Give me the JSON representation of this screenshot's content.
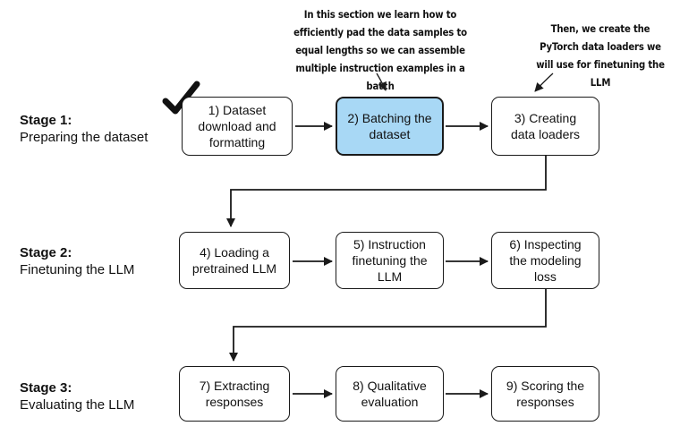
{
  "annotations": {
    "left": "In this section we learn how to efficiently pad the data samples to equal lengths so we can assemble multiple instruction examples in a batch",
    "right": "Then, we create the PyTorch data loaders we will use for finetuning the LLM"
  },
  "stages": [
    {
      "title": "Stage 1:",
      "subtitle": "Preparing the dataset",
      "steps": [
        {
          "label": "1) Dataset\ndownload and\nformatting",
          "highlighted": false,
          "completed": true
        },
        {
          "label": "2) Batching the\ndataset",
          "highlighted": true,
          "completed": false
        },
        {
          "label": "3) Creating\ndata loaders",
          "highlighted": false,
          "completed": false
        }
      ]
    },
    {
      "title": "Stage 2:",
      "subtitle": "Finetuning the LLM",
      "steps": [
        {
          "label": "4) Loading a\npretrained LLM",
          "highlighted": false,
          "completed": false
        },
        {
          "label": "5) Instruction\nfinetuning the\nLLM",
          "highlighted": false,
          "completed": false
        },
        {
          "label": "6) Inspecting\nthe modeling\nloss",
          "highlighted": false,
          "completed": false
        }
      ]
    },
    {
      "title": "Stage 3:",
      "subtitle": "Evaluating the LLM",
      "steps": [
        {
          "label": "7) Extracting\nresponses",
          "highlighted": false,
          "completed": false
        },
        {
          "label": "8) Qualitative\nevaluation",
          "highlighted": false,
          "completed": false
        },
        {
          "label": "9) Scoring the\nresponses",
          "highlighted": false,
          "completed": false
        }
      ]
    }
  ],
  "icons": {
    "completed_marker": "checkmark-icon"
  },
  "colors": {
    "highlight_fill": "#a8d8f5",
    "stroke": "#1a1a1a"
  }
}
